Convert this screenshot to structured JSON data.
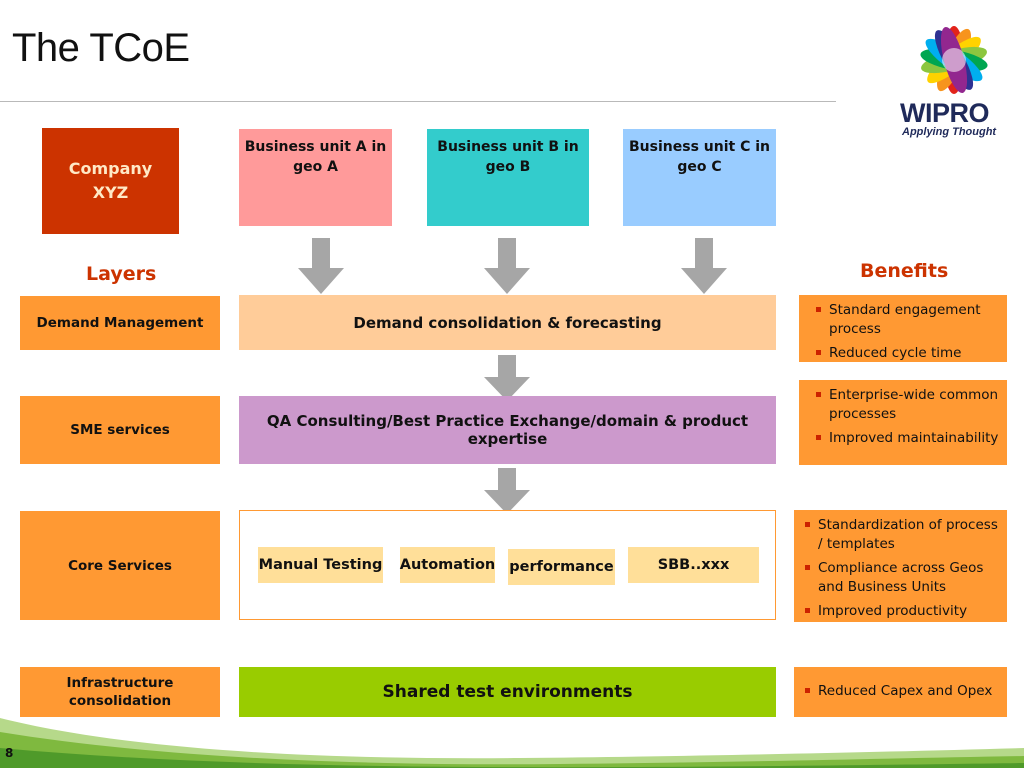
{
  "slide": {
    "title": "The TCoE",
    "page_number": "8"
  },
  "logo": {
    "name": "WIPRO",
    "tagline": "Applying Thought"
  },
  "company": {
    "line1": "Company",
    "line2": "XYZ"
  },
  "business_units": [
    {
      "label": "Business unit A in geo A",
      "color": "#ff9a9a"
    },
    {
      "label": "Business unit B in geo B",
      "color": "#33cccc"
    },
    {
      "label": "Business unit C in geo C",
      "color": "#99ccff"
    }
  ],
  "headers": {
    "layers": "Layers",
    "benefits": "Benefits"
  },
  "layers": [
    {
      "label": "Demand Management",
      "band": "Demand consolidation & forecasting"
    },
    {
      "label": "SME  services",
      "band": "QA Consulting/Best Practice Exchange/domain & product expertise"
    },
    {
      "label": "Core Services",
      "band": ""
    },
    {
      "label": "Infrastructure consolidation",
      "band": "Shared test environments"
    }
  ],
  "core_services": [
    "Manual Testing",
    "Automation",
    "performance",
    "SBB..xxx"
  ],
  "benefits": [
    [
      "Standard engagement process",
      "Reduced cycle time"
    ],
    [
      "Enterprise-wide common processes",
      "Improved maintainability"
    ],
    [
      "Standardization of process / templates",
      "Compliance across Geos and Business Units",
      "Improved productivity"
    ],
    [
      "Reduced Capex and Opex"
    ]
  ],
  "colors": {
    "accent_red": "#cc3300",
    "layer_orange": "#ff9933",
    "demand_band": "#ffcc99",
    "sme_band": "#cc99cc",
    "infra_band": "#99cc00",
    "chip": "#ffdf99",
    "arrow_gray": "#a6a6a6"
  }
}
